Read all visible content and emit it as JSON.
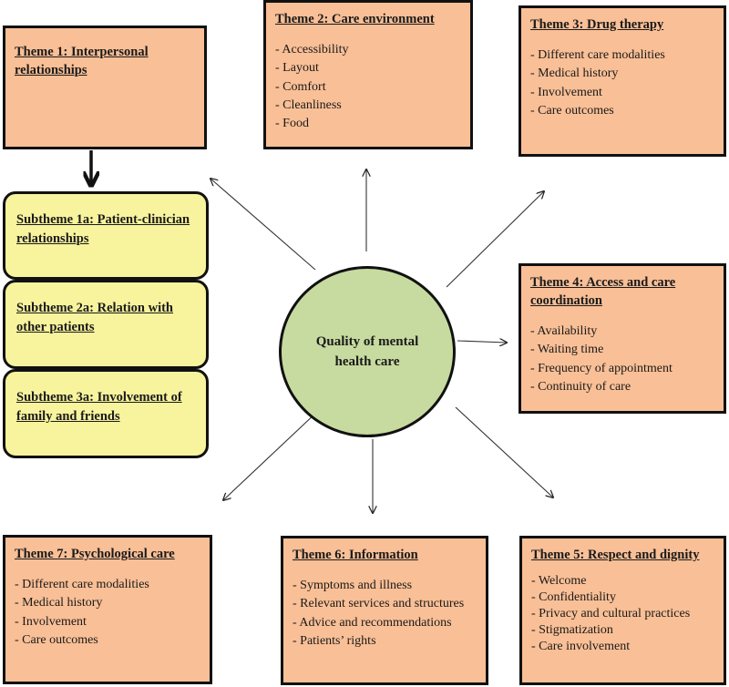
{
  "center": {
    "label": "Quality of mental health care"
  },
  "themes": [
    {
      "title": "Theme 1: Interpersonal relationships",
      "items": []
    },
    {
      "title": "Theme 2: Care environment",
      "items": [
        "Accessibility",
        "Layout",
        "Comfort",
        "Cleanliness",
        "Food"
      ]
    },
    {
      "title": "Theme 3: Drug therapy",
      "items": [
        "Different care modalities",
        "Medical history",
        "Involvement",
        "Care outcomes"
      ]
    },
    {
      "title": "Theme 4: Access and care coordination",
      "items": [
        "Availability",
        "Waiting time",
        "Frequency of appointment",
        "Continuity of care"
      ]
    },
    {
      "title": "Theme 5: Respect and dignity",
      "items": [
        "Welcome",
        "Confidentiality",
        "Privacy and cultural practices",
        "Stigmatization",
        "Care involvement"
      ]
    },
    {
      "title": "Theme 6: Information",
      "items": [
        "Symptoms and illness",
        "Relevant services and structures",
        "Advice and recommendations",
        "Patients’ rights"
      ]
    },
    {
      "title": "Theme 7: Psychological care",
      "items": [
        "Different care modalities",
        "Medical history",
        "Involvement",
        "Care outcomes"
      ]
    }
  ],
  "subthemes": [
    {
      "title": "Subtheme 1a: Patient-clinician relationships"
    },
    {
      "title": "Subtheme 2a: Relation with other patients"
    },
    {
      "title": "Subtheme 3a: Involvement of family and friends"
    }
  ],
  "colors": {
    "theme_fill": "#f9bf96",
    "subtheme_fill": "#f8f39d",
    "center_fill": "#c7dba0",
    "stroke": "#111111"
  }
}
